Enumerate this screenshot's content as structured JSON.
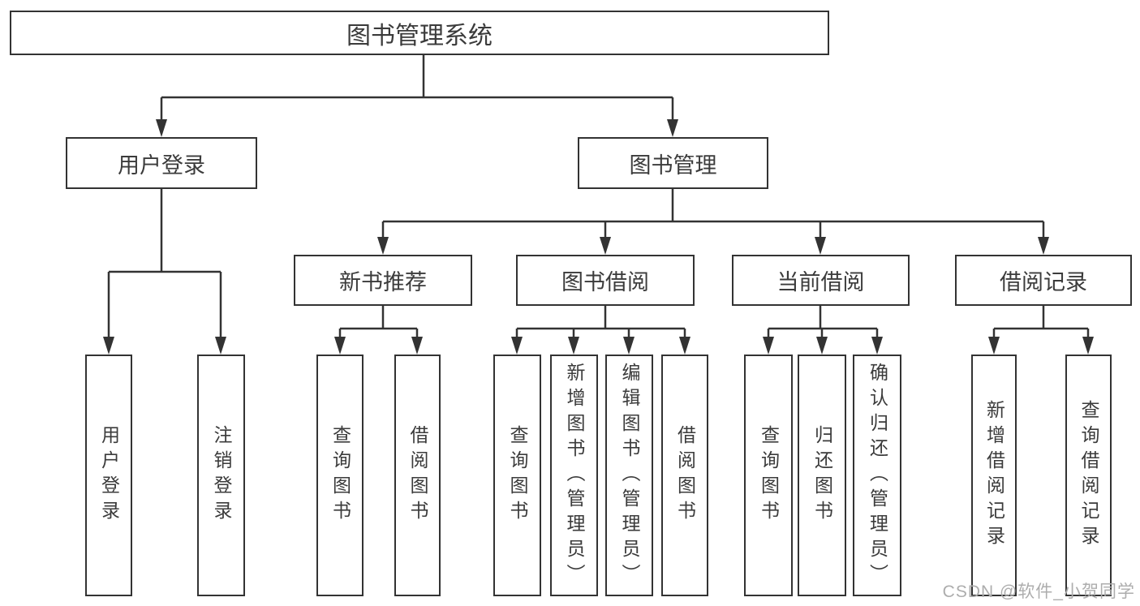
{
  "diagram": {
    "root": {
      "label": "图书管理系统"
    },
    "level2": [
      {
        "label": "用户登录"
      },
      {
        "label": "图书管理"
      }
    ],
    "level3": [
      {
        "label": "新书推荐"
      },
      {
        "label": "图书借阅"
      },
      {
        "label": "当前借阅"
      },
      {
        "label": "借阅记录"
      }
    ],
    "leaves": {
      "user_login": [
        "用户登录",
        "注销登录"
      ],
      "new_book_recommend": [
        "查询图书",
        "借阅图书"
      ],
      "book_borrow": [
        "查询图书",
        "新增图书（管理员）",
        "编辑图书（管理员）",
        "借阅图书"
      ],
      "current_borrow": [
        "查询图书",
        "归还图书",
        "确认归还（管理员）"
      ],
      "borrow_records": [
        "新增借阅记录",
        "查询借阅记录"
      ]
    }
  },
  "watermark": "CSDN @软件_小贺同学",
  "colors": {
    "line": "#333333",
    "border": "#333333",
    "text": "#3b3b3b",
    "watermark": "#adadad",
    "background": "#ffffff"
  }
}
